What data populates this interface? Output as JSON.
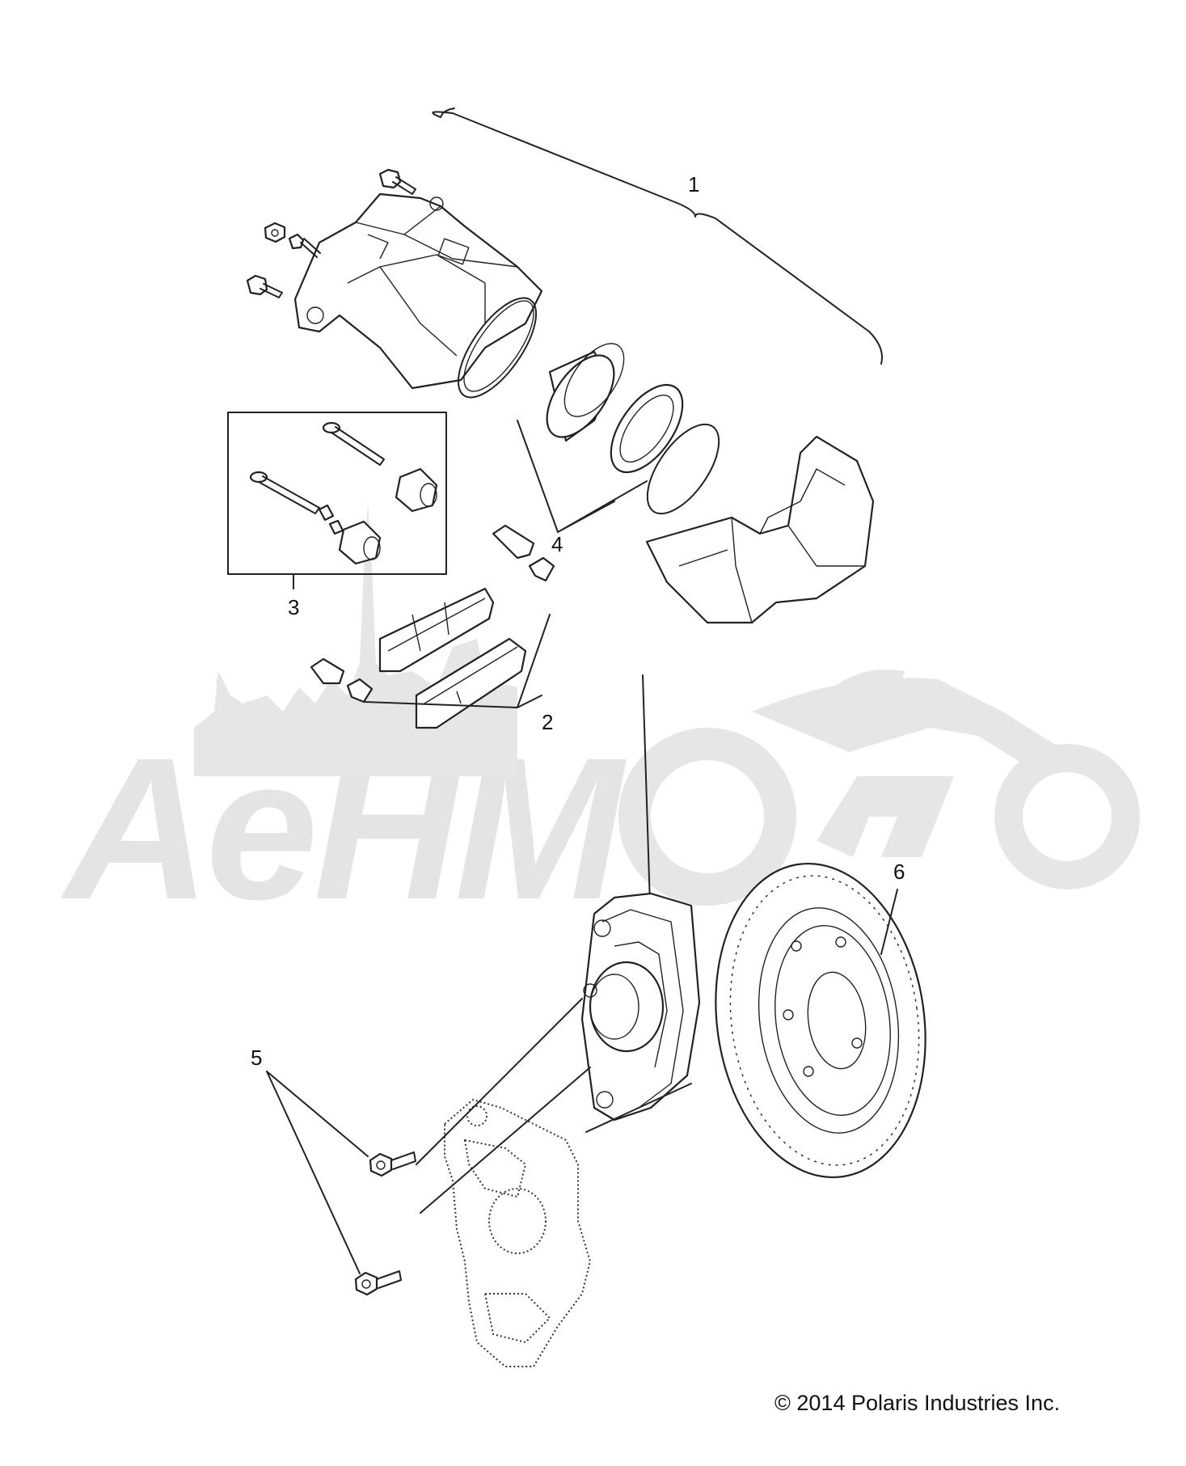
{
  "diagram": {
    "callouts": [
      {
        "id": "1",
        "label": "1"
      },
      {
        "id": "2",
        "label": "2"
      },
      {
        "id": "3",
        "label": "3"
      },
      {
        "id": "4",
        "label": "4"
      },
      {
        "id": "5",
        "label": "5"
      },
      {
        "id": "6",
        "label": "6"
      }
    ],
    "copyright": "© 2014 Polaris Industries Inc.",
    "watermark": "AeHMoTo"
  }
}
